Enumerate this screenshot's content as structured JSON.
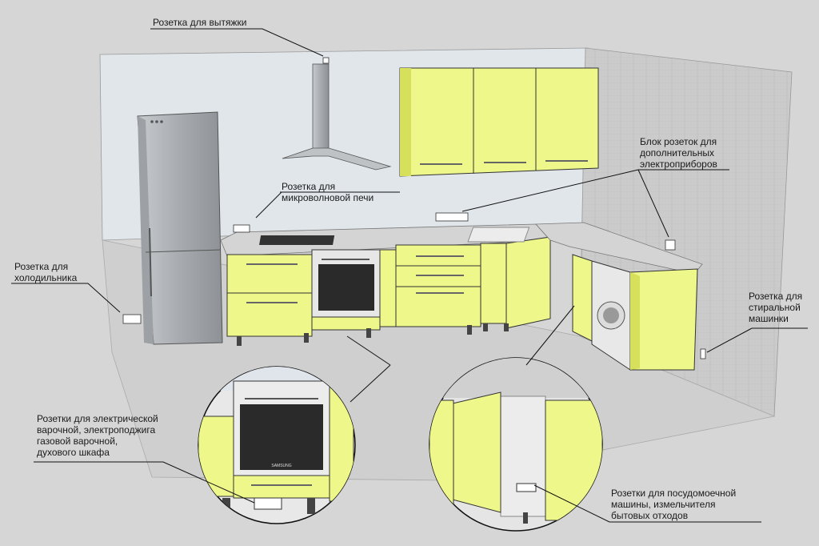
{
  "labels": {
    "hood_socket": "Розетка для вытяжки",
    "microwave_socket": "Розетка для\nмикроволновой печи",
    "fridge_socket": "Розетка для\nхолодильника",
    "extra_block": "Блок розеток для\nдополнительных\nэлектроприборов",
    "washer_socket": "Розетка для\nстиральной\nмашинки",
    "oven_sockets": "Розетки для электрической\nварочной, электроподжига\nгазовой варочной,\nдухового шкафа",
    "dishwasher_sockets": "Розетки для посудомоечной\nмашины, измельчителя\nбытовых отходов"
  },
  "appliance_text": {
    "oven_brand": "SAMSUNG"
  },
  "colors": {
    "background": "#d6d6d6",
    "back_wall": "#dfe5ea",
    "side_wall": "#c9c9c9",
    "cabinet_front": "#eef78a",
    "cabinet_shade": "#d9e45e",
    "counter": "#d2d2d2",
    "steel": "#b9bcc0",
    "oven_glass": "#2a2a2a",
    "line": "#222222"
  }
}
